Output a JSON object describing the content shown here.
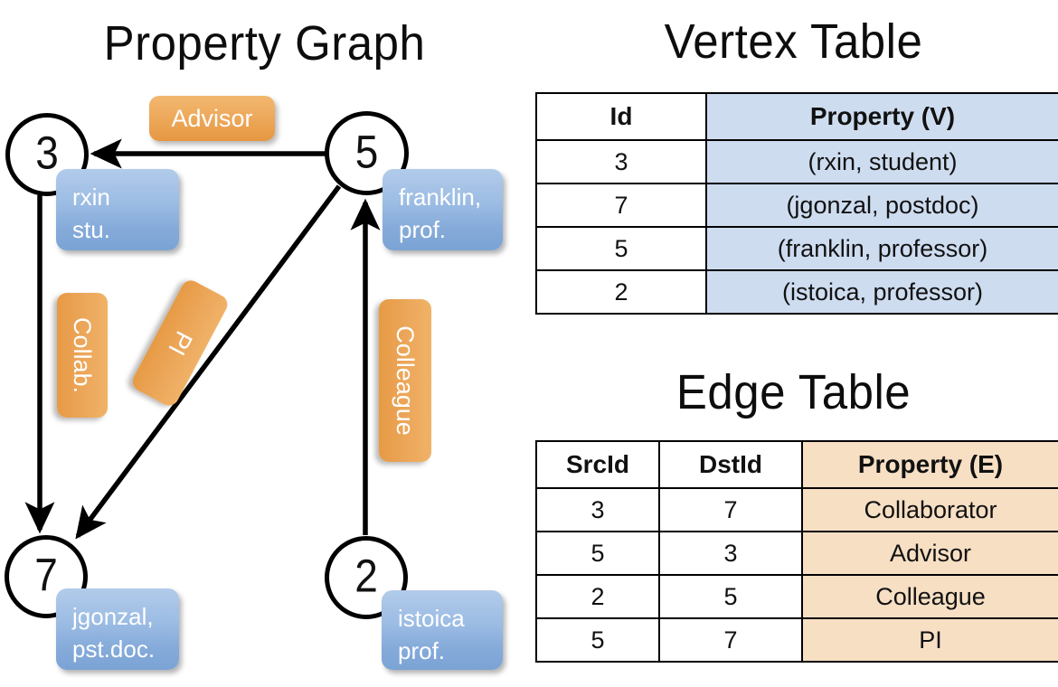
{
  "titles": {
    "property_graph": "Property Graph",
    "vertex_table": "Vertex Table",
    "edge_table": "Edge Table"
  },
  "colors": {
    "vertex_accent": "#cedcf0",
    "edge_accent": "#f7dfc4",
    "vertex_callout": "#9dbde4",
    "edge_callout": "#eca75a",
    "stroke": "#000000"
  },
  "graph": {
    "nodes": [
      {
        "id": "3",
        "callout_line1": "rxin",
        "callout_line2": "stu."
      },
      {
        "id": "5",
        "callout_line1": "franklin,",
        "callout_line2": "prof."
      },
      {
        "id": "7",
        "callout_line1": "jgonzal,",
        "callout_line2": "pst.doc."
      },
      {
        "id": "2",
        "callout_line1": "istoica",
        "callout_line2": "prof."
      }
    ],
    "edge_labels": {
      "advisor": "Advisor",
      "collaborator": "Collab.",
      "pi": "PI",
      "colleague": "Colleague"
    }
  },
  "vertex_table": {
    "headers": [
      "Id",
      "Property (V)"
    ],
    "rows": [
      [
        "3",
        "(rxin, student)"
      ],
      [
        "7",
        "(jgonzal, postdoc)"
      ],
      [
        "5",
        "(franklin, professor)"
      ],
      [
        "2",
        "(istoica, professor)"
      ]
    ]
  },
  "edge_table": {
    "headers": [
      "SrcId",
      "DstId",
      "Property (E)"
    ],
    "rows": [
      [
        "3",
        "7",
        "Collaborator"
      ],
      [
        "5",
        "3",
        "Advisor"
      ],
      [
        "2",
        "5",
        "Colleague"
      ],
      [
        "5",
        "7",
        "PI"
      ]
    ]
  }
}
